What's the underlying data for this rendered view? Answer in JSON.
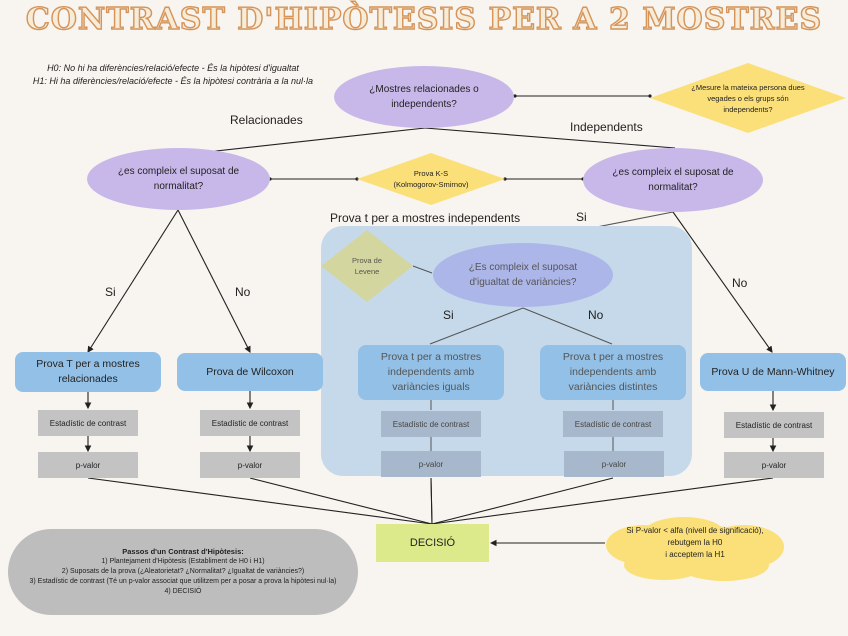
{
  "title": "CONTRAST D'HIPÒTESIS PER A 2 MOSTRES",
  "hypotheses": {
    "h0": "H0:  No hi ha diferències/relació/efecte - És la hipòtesi d'igualtat",
    "h1": "H1: Hi ha diferències/relació/efecte - És la hipòtesi contrària a la nul·la"
  },
  "root_question": "¿Mostres relacionades o independents?",
  "root_hint": "¿Mesure la mateixa persona dues vegades o els grups són independents?",
  "branch_labels": {
    "related": "Relacionades",
    "independent": "Independents"
  },
  "normality_question_left": "¿es compleix el suposat de normalitat?",
  "normality_question_right": "¿es compleix el suposat de normalitat?",
  "ks_test": {
    "line1": "Prova K-S",
    "line2": "(Kolmogorov-Smirnov)"
  },
  "independent_panel": {
    "title": "Prova t per a mostres independents",
    "levene": "Prova de Levene",
    "variance_question": "¿Es compleix el suposat d'igualtat de variàncies?",
    "yes": "Si",
    "no": "No",
    "equal_var_test": "Prova t per a mostres independents amb variàncies iguals",
    "unequal_var_test": "Prova t per a mostres independents amb variàncies distintes"
  },
  "yes_label": "Si",
  "no_label": "No",
  "tests": {
    "paired_t": "Prova T per a mostres relacionades",
    "wilcoxon": "Prova de Wilcoxon",
    "mann_whitney": "Prova U de Mann-Whitney"
  },
  "stat_label": "Estadístic de contrast",
  "pvalue_label": "p-valor",
  "decision": "DECISIÓ",
  "decision_rule": {
    "line1": "Si P-valor < alfa (nivell de significació),",
    "line2": "rebutgem la H0",
    "line3": "i acceptem la H1"
  },
  "steps": {
    "title": "Passos d'un Contrast d'Hipòtesis:",
    "items": [
      "1) Plantejament d'Hipòtesis (Establiment de H0 i H1)",
      "2) Suposats de la prova (¿Aleatorietat? ¿Normalitat? ¿Igualtat de variàncies?)",
      "3) Estadístic de contrast (Té un p-valor associat que utilitzem per a posar a prova la  hipòtesi nul·la)",
      "4) DECISIÓ"
    ]
  },
  "colors": {
    "background": "#f8f4ef",
    "title_fill": "#f6ecd8",
    "title_stroke": "#d4945a",
    "question_purple": "#c8b8ea",
    "question_lavender": "#adb6e8",
    "hint_yellow": "#fbe07a",
    "levene_olive": "#d4d6a0",
    "test_blue": "#93c0e6",
    "panel_blue": "#c6d9ea",
    "gray_box": "#c3c3c3",
    "decision_green": "#dcea8c"
  }
}
